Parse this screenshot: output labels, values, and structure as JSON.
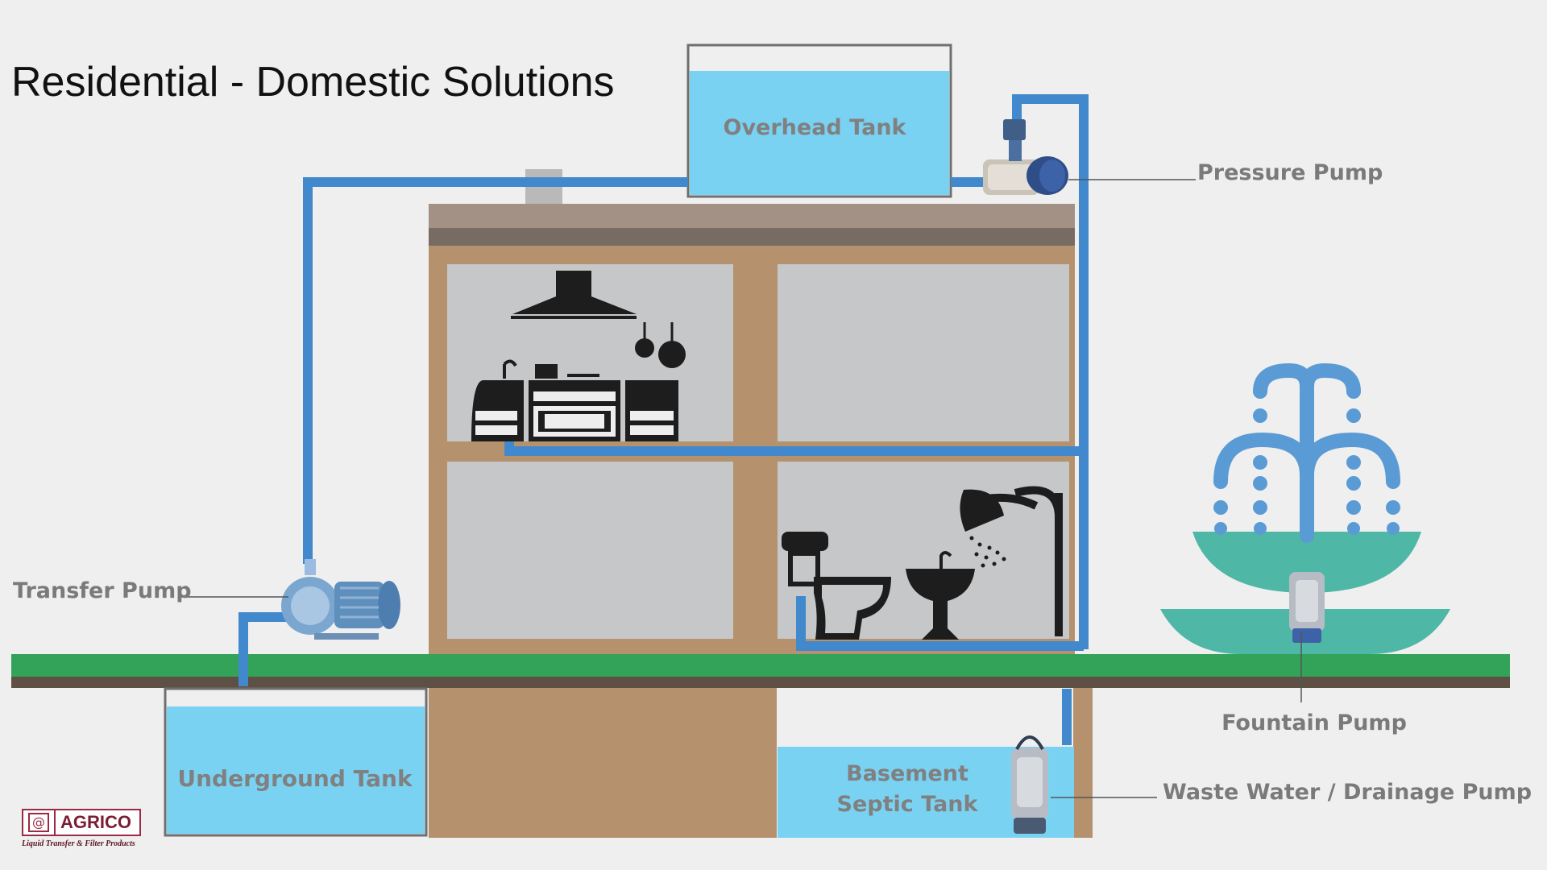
{
  "title": "Residential - Domestic Solutions",
  "tanks": {
    "overhead": "Overhead Tank",
    "underground": "Underground Tank",
    "septic_line1": "Basement",
    "septic_line2": "Septic Tank"
  },
  "pumps": {
    "pressure": "Pressure Pump",
    "transfer": "Transfer Pump",
    "fountain": "Fountain Pump",
    "drainage": "Waste Water / Drainage Pump"
  },
  "logo": {
    "name": "AGRICO",
    "tagline": "Liquid Transfer & Filter Products"
  },
  "colors": {
    "pipe": "#4189cc",
    "water": "#7ad2f2",
    "ground": "#33a35a",
    "house": "#b5926d",
    "room": "#c5c7c8",
    "fountain_water": "#4fb7a6",
    "fountain_jet": "#5b9bd5"
  }
}
